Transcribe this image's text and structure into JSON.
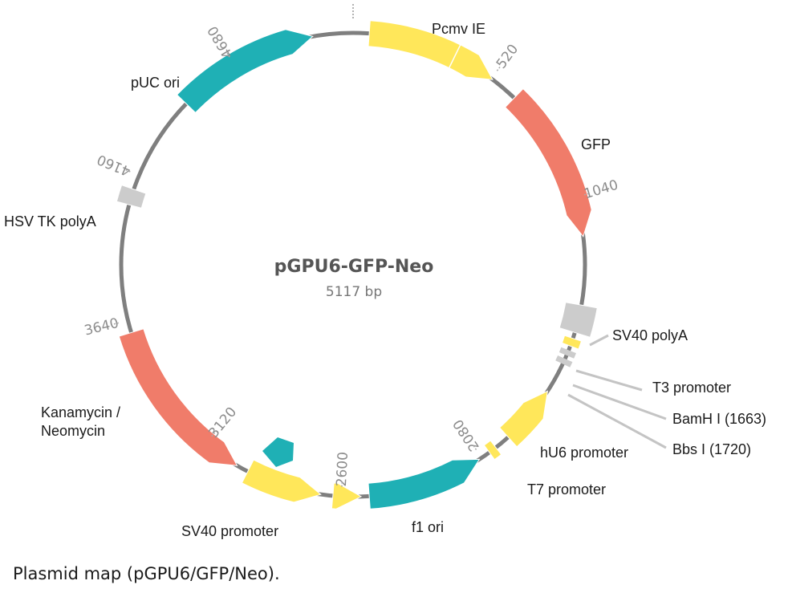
{
  "plasmid": {
    "name": "pGPU6-GFP-Neo",
    "size": "5117 bp",
    "total_bp": 5117
  },
  "caption": "Plasmid map (pGPU6/GFP/Neo).",
  "colors": {
    "backbone": "#7f7f7f",
    "promoter": "#ffe75a",
    "gene": "#f07c6a",
    "origin": "#1fb0b5",
    "terminator": "#cccccc",
    "leader": "#c4c4c4",
    "tick_text": "#8c8c8c"
  },
  "features": [
    {
      "name": "Pcmv IE",
      "type": "promoter"
    },
    {
      "name": "GFP",
      "type": "gene"
    },
    {
      "name": "SV40 polyA",
      "type": "terminator"
    },
    {
      "name": "T3 promoter",
      "type": "promoter"
    },
    {
      "name": "BamH I (1663)",
      "type": "site"
    },
    {
      "name": "Bbs I (1720)",
      "type": "site"
    },
    {
      "name": "hU6 promoter",
      "type": "promoter"
    },
    {
      "name": "T7 promoter",
      "type": "promoter"
    },
    {
      "name": "f1 ori",
      "type": "origin"
    },
    {
      "name": "SV40 promoter",
      "type": "promoter"
    },
    {
      "name": "Kanamycin /",
      "type": "gene"
    },
    {
      "name": "Neomycin",
      "type": "gene"
    },
    {
      "name": "HSV TK polyA",
      "type": "terminator"
    },
    {
      "name": "pUC ori",
      "type": "origin"
    }
  ],
  "ticks": [
    "520",
    "1040",
    "2080",
    "2600",
    "3120",
    "3640",
    "4160",
    "4680"
  ]
}
